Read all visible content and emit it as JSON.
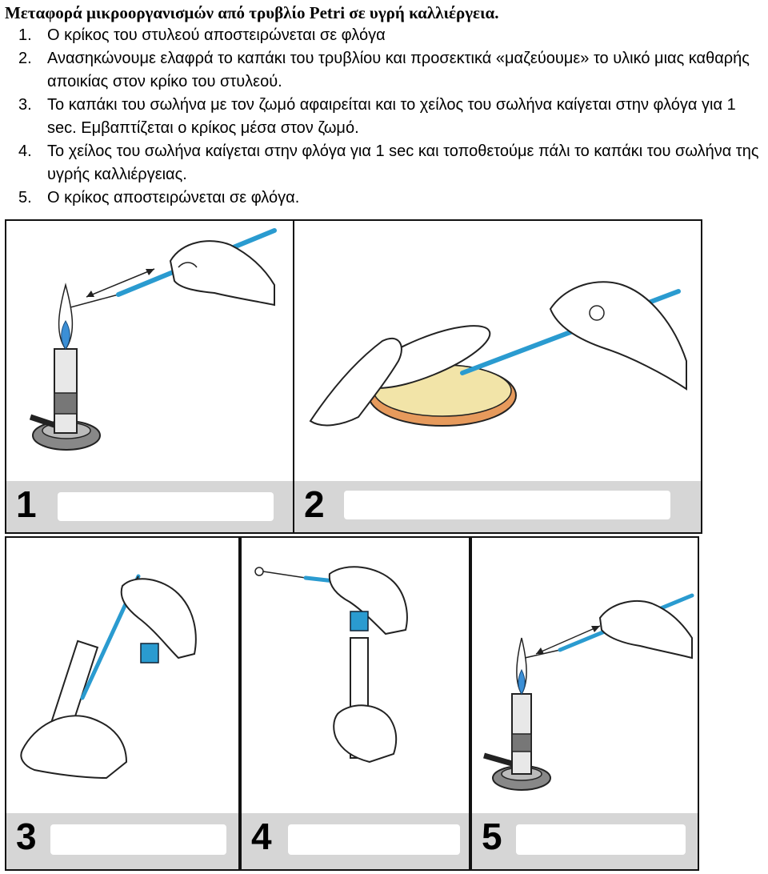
{
  "title": "Μεταφορά μικροοργανισμών από τρυβλίο Petri σε υγρή καλλιέργεια.",
  "steps": [
    {
      "num": "1.",
      "text": "Ο κρίκος του στυλεού αποστειρώνεται σε φλόγα"
    },
    {
      "num": "2.",
      "text": "Ανασηκώνουμε ελαφρά το καπάκι του τρυβλίου και προσεκτικά «μαζεύουμε» το υλικό μιας καθαρής αποικίας στον κρίκο του στυλεού."
    },
    {
      "num": "3.",
      "text": "Το καπάκι του σωλήνα με τον ζωμό αφαιρείται και το χείλος του σωλήνα καίγεται στην φλόγα για 1 sec. Εμβαπτίζεται ο κρίκος μέσα στον ζωμό."
    },
    {
      "num": "4.",
      "text": "Το χείλος του σωλήνα καίγεται στην φλόγα για 1 sec και τοποθετούμε πάλι το καπάκι του σωλήνα της υγρής καλλιέργειας."
    },
    {
      "num": "5.",
      "text": "Ο κρίκος αποστειρώνεται σε φλόγα."
    }
  ],
  "panels": [
    {
      "number": "1",
      "illustration": "bunsen-burner-loop-sterilization"
    },
    {
      "number": "2",
      "illustration": "petri-dish-colony-pickup"
    },
    {
      "number": "3",
      "illustration": "tube-cap-removal-loop-dip"
    },
    {
      "number": "4",
      "illustration": "tube-recapping"
    },
    {
      "number": "5",
      "illustration": "bunsen-burner-loop-sterilization"
    }
  ],
  "colors": {
    "loop": "#2a9bd0",
    "flame": "#3b8fd6",
    "agar": "#f2e4a8",
    "strip": "#d6d6d6"
  }
}
